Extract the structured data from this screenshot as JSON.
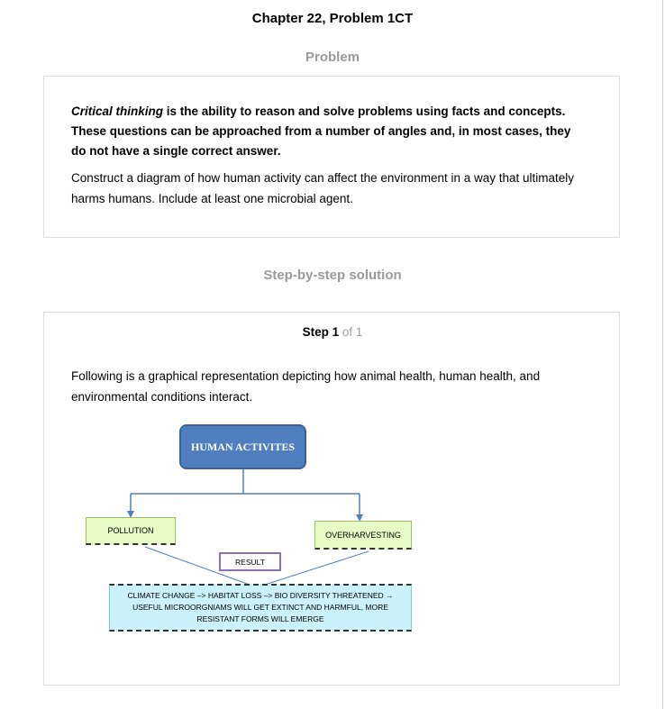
{
  "header": {
    "chapter_title": "Chapter 22, Problem 1CT"
  },
  "problem": {
    "heading": "Problem",
    "intro_emphasis": "Critical thinking",
    "intro_rest": " is the ability to reason and solve problems using facts and concepts. These questions can be approached from a number of angles and, in most cases, they do not have a single correct answer.",
    "text": "Construct a diagram of how human activity can affect the environment in a way that ultimately harms humans. Include at least one microbial agent."
  },
  "solution": {
    "heading": "Step-by-step solution",
    "step_word": "Step 1",
    "step_of": " of 1",
    "text": "Following is a graphical representation depicting how animal health, human health, and environmental conditions interact.",
    "diagram": {
      "top_node": "HUMAN ACTIVITES",
      "left_node": "POLLUTION",
      "right_node": "OVERHARVESTING",
      "result_node": "RESULT",
      "bottom_node": "CLIMATE CHANGE –> HABITAT LOSS –> BIO DIVERSITY THREATENED → USEFUL MICROORGNIAMS WILL GET EXTINCT AND HARMFUL, MORE RESISTANT FORMS WILL EMERGE",
      "colors": {
        "top_fill": "#4f7fbe",
        "green_fill": "#e6fbc6",
        "result_border": "#8a6fb1",
        "bottom_fill": "#cbf2fb",
        "connector": "#4f7fbe"
      }
    }
  }
}
